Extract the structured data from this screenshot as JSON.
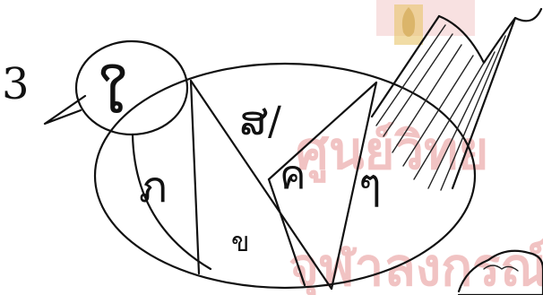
{
  "figure_label": "3",
  "head_letter": "ໃ",
  "segments": {
    "top": "ສ/",
    "left": "ภ",
    "bottom": "ข",
    "center": "ค",
    "right": "ๆ"
  },
  "watermark": {
    "line1": "ศูนย์วิทย",
    "line2": "จุฬาลงกรณ์"
  },
  "colors": {
    "ink": "#111111",
    "watermark": "#f1c3c3"
  }
}
